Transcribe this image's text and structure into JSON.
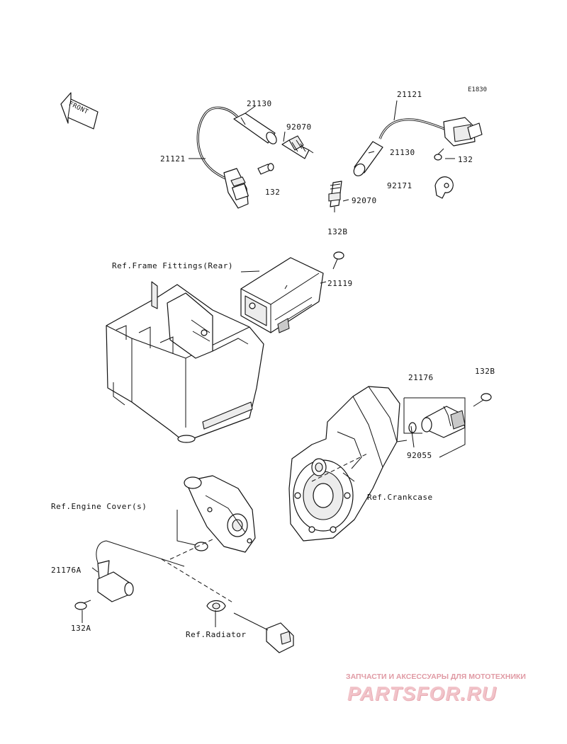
{
  "diagram_code": "E1830",
  "orientation": {
    "front_label": "FRONT"
  },
  "reference_labels": {
    "frame_fittings": "Ref.Frame Fittings(Rear)",
    "engine_cover": "Ref.Engine Cover(s)",
    "crankcase": "Ref.Crankcase",
    "radiator": "Ref.Radiator"
  },
  "parts": {
    "coil_left": "21121",
    "cap_left": "21130",
    "plug_left": "92070",
    "bolt_left": "132",
    "coil_right": "21121",
    "cap_right": "21130",
    "plug_right": "92070",
    "bolt_right": "132",
    "clamp": "92171",
    "bolt_igniter": "132B",
    "igniter": "21119",
    "sensor": "21176",
    "bolt_sensor": "132B",
    "oring": "92055",
    "sensor_a": "21176A",
    "bolt_a": "132A"
  },
  "watermark": {
    "tagline": "ЗАПЧАСТИ И АКСЕССУАРЫ ДЛЯ МОТОТЕХНИКИ",
    "brand": "PARTSFOR.RU",
    "brand_color": "#f1c3c9"
  }
}
